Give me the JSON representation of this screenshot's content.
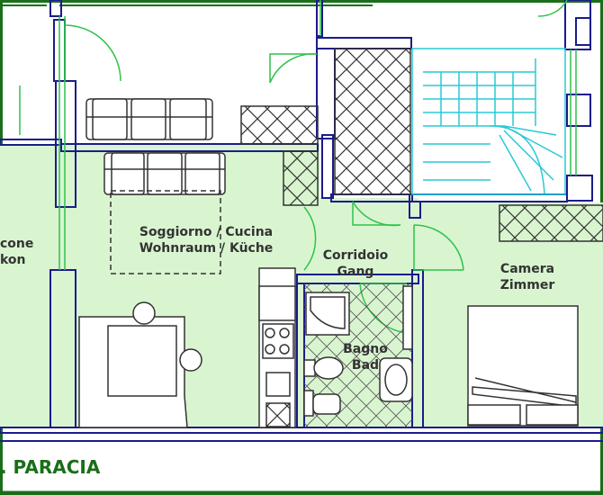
{
  "rooms": {
    "balcony": {
      "line1": "cone",
      "line2": "kon"
    },
    "living": {
      "line1": "Soggiorno / Cucina",
      "line2": "Wohnraum / Küche"
    },
    "corridor": {
      "line1": "Corridoio",
      "line2": "Gang"
    },
    "bathroom": {
      "line1": "Bagno",
      "line2": "Bad"
    },
    "bedroom": {
      "line1": "Camera",
      "line2": "Zimmer"
    }
  },
  "footer": {
    "title": ". PARACIA"
  },
  "colors": {
    "floor": "#d9f5d0",
    "wall": "#1b1b8a",
    "door": "#2fc24a",
    "stairs": "#29c8d8",
    "frame": "#1a6e1a",
    "footer_text": "#1a6e1a"
  }
}
